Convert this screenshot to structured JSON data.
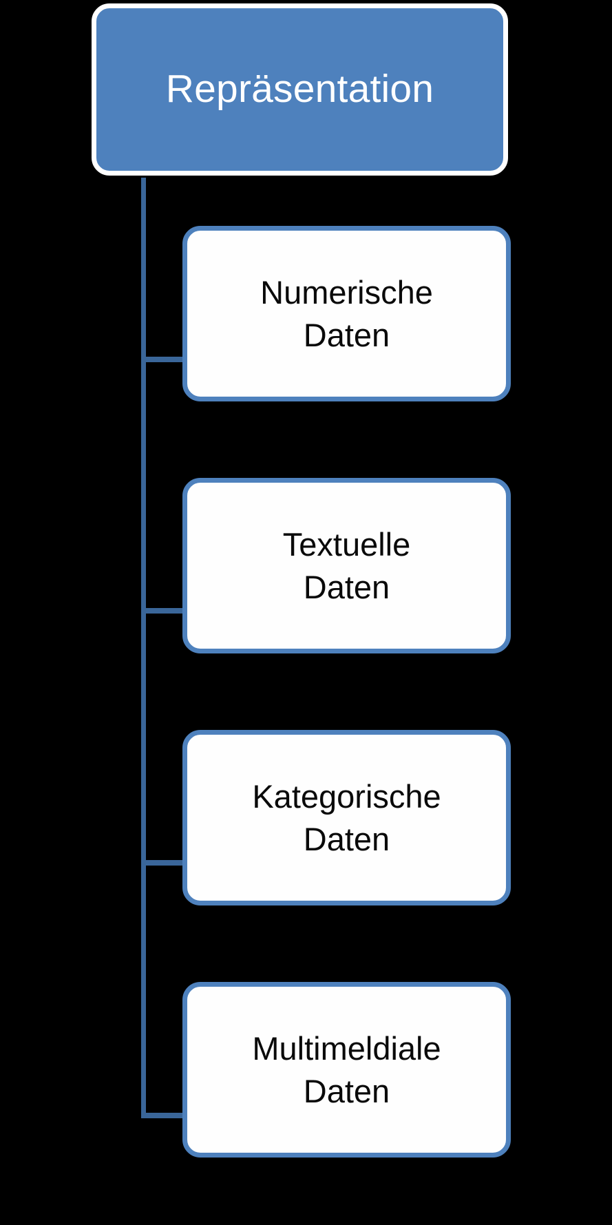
{
  "diagram": {
    "type": "hierarchy",
    "title": "Repräsentation",
    "background_color": "#000000",
    "root": {
      "label": "Repräsentation",
      "fill_color": "#4E81BD",
      "border_color": "#FFFFFF",
      "text_color": "#FFFFFF"
    },
    "connector_color": "#3A6699",
    "children": [
      {
        "label": "Numerische Daten",
        "line1": "Numerische",
        "line2": "Daten",
        "fill_color": "#FEFEFE",
        "border_color": "#4E81BD",
        "text_color": "#0A0A0A"
      },
      {
        "label": "Textuelle Daten",
        "line1": "Textuelle",
        "line2": "Daten",
        "fill_color": "#FEFEFE",
        "border_color": "#4E81BD",
        "text_color": "#0A0A0A"
      },
      {
        "label": "Kategorische Daten",
        "line1": "Kategorische",
        "line2": "Daten",
        "fill_color": "#FEFEFE",
        "border_color": "#4E81BD",
        "text_color": "#0A0A0A"
      },
      {
        "label": "Multimeldiale Daten",
        "line1": "Multimeldiale",
        "line2": "Daten",
        "fill_color": "#FEFEFE",
        "border_color": "#4E81BD",
        "text_color": "#0A0A0A"
      }
    ]
  }
}
